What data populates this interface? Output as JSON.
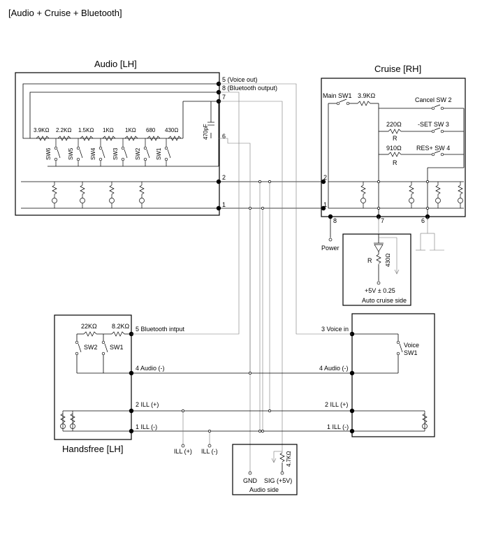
{
  "title": "[Audio + Cruise + Bluetooth]",
  "audio": {
    "title": "Audio [LH]",
    "pins": {
      "p5": "5 (Voice out)",
      "p8": "8 (Bluetooth output)",
      "p7": "7",
      "p6": "6",
      "p2": "2",
      "p1": "1"
    },
    "resistors": [
      "3.9KΩ",
      "2.2KΩ",
      "1.5KΩ",
      "1KΩ",
      "1KΩ",
      "680",
      "430Ω"
    ],
    "switches": [
      "SW6",
      "SW5",
      "SW4",
      "SW3",
      "SW2",
      "SW1"
    ],
    "capacitor": "470pF"
  },
  "cruise": {
    "title": "Cruise [RH]",
    "main_sw": "Main SW1",
    "main_res": "3.9KΩ",
    "cancel": "Cancel SW 2",
    "set_res": "220Ω",
    "set_sw": "-SET SW 3",
    "res_res": "910Ω",
    "res_sw": "RES+ SW 4",
    "r_label": "R",
    "pins": {
      "p2": "2",
      "p1": "1",
      "p8": "8",
      "p7": "7",
      "p6": "6"
    },
    "power": "Power"
  },
  "auto_cruise": {
    "r_label": "R",
    "res": "430Ω",
    "voltage": "+5V ± 0.25",
    "caption": "Auto cruise side"
  },
  "handsfree": {
    "title": "Handsfree [LH]",
    "res1": "22KΩ",
    "res2": "8.2KΩ",
    "sw2": "SW2",
    "sw1": "SW1",
    "p5": "5 Bluetooth intput",
    "p4": "4 Audio (-)",
    "p2": "2 ILL (+)",
    "p1": "1 ILL (-)"
  },
  "voice": {
    "p3": "3 Voice in",
    "p4": "4 Audio (-)",
    "p2": "2 ILL (+)",
    "p1": "1 ILL (-)",
    "sw": "Voice",
    "sw1": "SW1"
  },
  "ill": {
    "plus": "ILL (+)",
    "minus": "ILL (-)"
  },
  "audio_side": {
    "res": "4.7KΩ",
    "gnd": "GND",
    "sig": "SIG (+5V)",
    "caption": "Audio side"
  }
}
